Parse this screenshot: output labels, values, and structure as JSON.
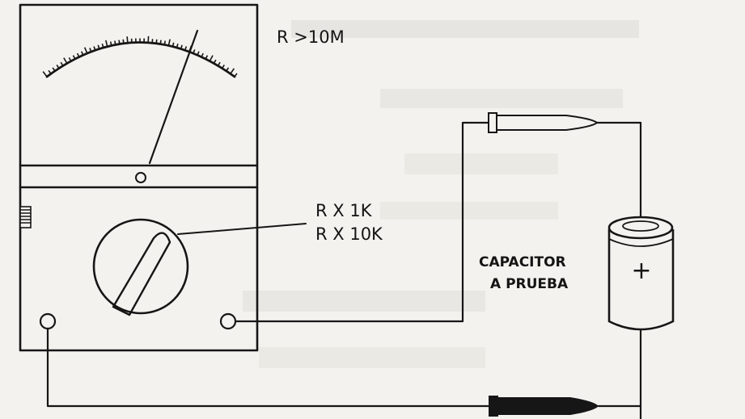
{
  "labels": {
    "resistance_reading": "R >10M",
    "range_1": "R X 1K",
    "range_2": "R X 10K",
    "capacitor_line1": "CAPACITOR",
    "capacitor_line2": "A PRUEBA",
    "capacitor_polarity": "+"
  },
  "colors": {
    "ink": "#161616",
    "paper": "#f3f2ee"
  }
}
